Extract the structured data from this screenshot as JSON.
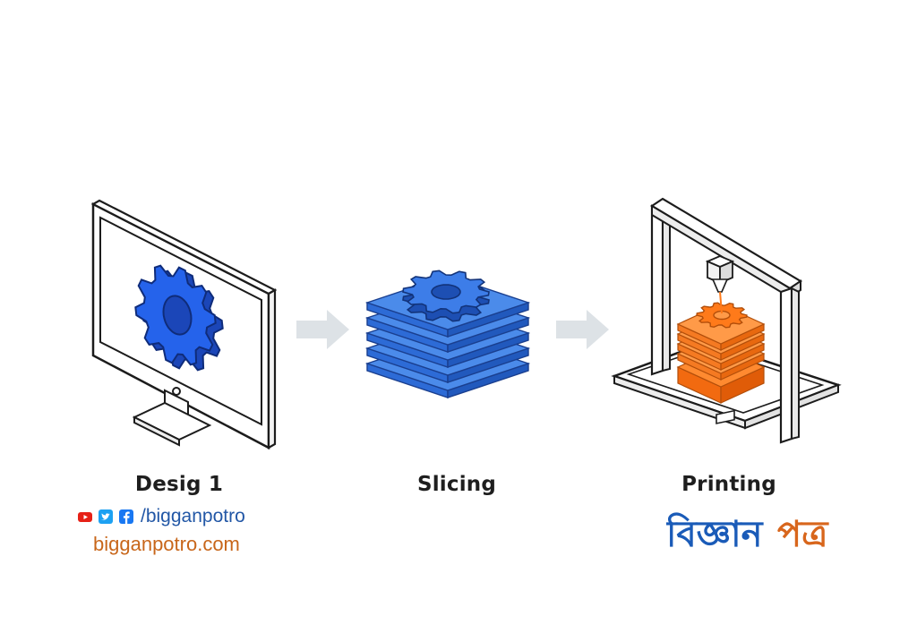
{
  "stages": [
    {
      "label": "Desig 1",
      "icon": "computer-monitor-gear-icon"
    },
    {
      "label": "Slicing",
      "icon": "sliced-layers-gear-icon"
    },
    {
      "label": "Printing",
      "icon": "3d-printer-icon"
    }
  ],
  "arrows": [
    "arrow-right-icon",
    "arrow-right-icon"
  ],
  "social": {
    "icons": [
      "youtube-icon",
      "twitter-icon",
      "facebook-icon"
    ],
    "handle": "/bigganpotro"
  },
  "website": "bigganpotro.com",
  "brand": {
    "text_part1": "বিজ্ঞান",
    "text_part2": "পত্র",
    "color_part1": "#1a5bb8",
    "color_part2": "#d8661c"
  },
  "colors": {
    "gear_blue": "#2563eb",
    "slice_blue": "#4b8bea",
    "print_orange": "#ff7a1a",
    "arrow_gray": "#dde2e6",
    "outline": "#1c1c1c"
  }
}
